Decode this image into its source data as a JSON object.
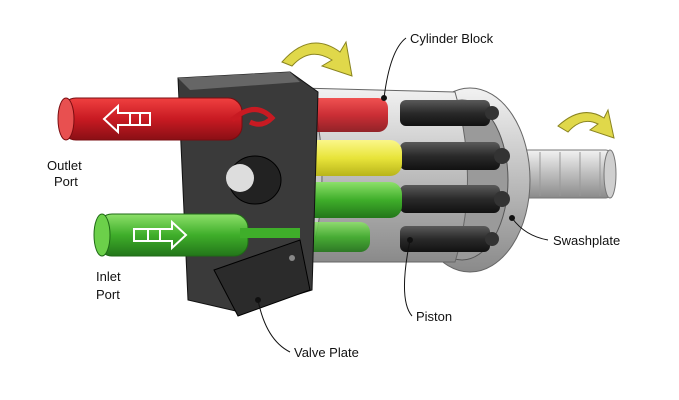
{
  "labels": {
    "cylinder_block": "Cylinder Block",
    "outlet_port_line1": "Outlet",
    "outlet_port_line2": "Port",
    "inlet_port_line1": "Inlet",
    "inlet_port_line2": "Port",
    "swashplate": "Swashplate",
    "piston": "Piston",
    "valve_plate": "Valve Plate"
  },
  "colors": {
    "outlet_fluid": "#d0202a",
    "inlet_fluid": "#3fae2a",
    "yellow_fluid": "#e8e43a",
    "housing": "#3a3a3a",
    "metal_light": "#d8d8d8",
    "arrow": "#e0d84a"
  },
  "icons": {
    "outlet_arrow": "arrow-left-icon",
    "inlet_arrow": "arrow-right-icon",
    "rotation_arrow_block": "rotation-arrow-icon",
    "rotation_arrow_shaft": "rotation-arrow-icon"
  }
}
